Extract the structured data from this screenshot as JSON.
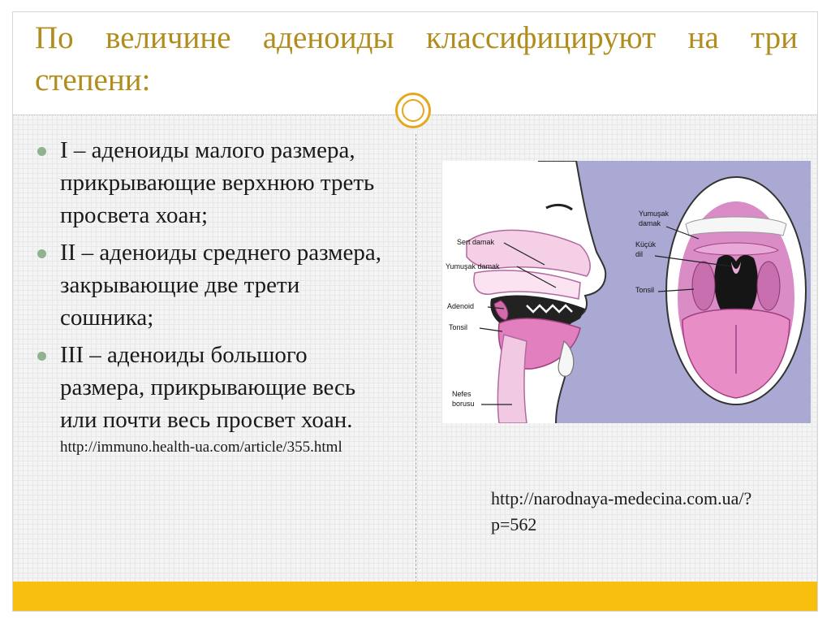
{
  "title": "По величине аденоиды классифицируют на три степени:",
  "items": [
    {
      "text": "I – аденоиды малого размера, прикрывающие верхнюю треть просвета хоан;"
    },
    {
      "text": " II – аденоиды среднего размера, закрывающие две трети сошника;"
    },
    {
      "text": "III – аденоиды большого размера, прикрывающие весь или почти весь просвет хоан.",
      "source": "http://immuno.health-ua.com/article/355.html"
    }
  ],
  "figure": {
    "labels": {
      "sert_damak": "Sert damak",
      "yumusak_damak_left": "Yumuşak damak",
      "adenoid": "Adenoid",
      "tonsil_left": "Tonsil",
      "nefes_borusu_line1": "Nefes",
      "nefes_borusu_line2": "borusu",
      "yumusak_damak_right_line1": "Yumuşak",
      "yumusak_damak_right_line2": "damak",
      "kucuk_dil_line1": "Küçük",
      "kucuk_dil_line2": "dil",
      "tonsil_right": "Tonsil"
    }
  },
  "image_source": "http://narodnaya-medecina.com.ua/?p=562",
  "colors": {
    "title": "#b08d1c",
    "accent": "#f8bf0f",
    "bullet": "#8fb38e",
    "figure_bg": "#a9a9d3"
  }
}
